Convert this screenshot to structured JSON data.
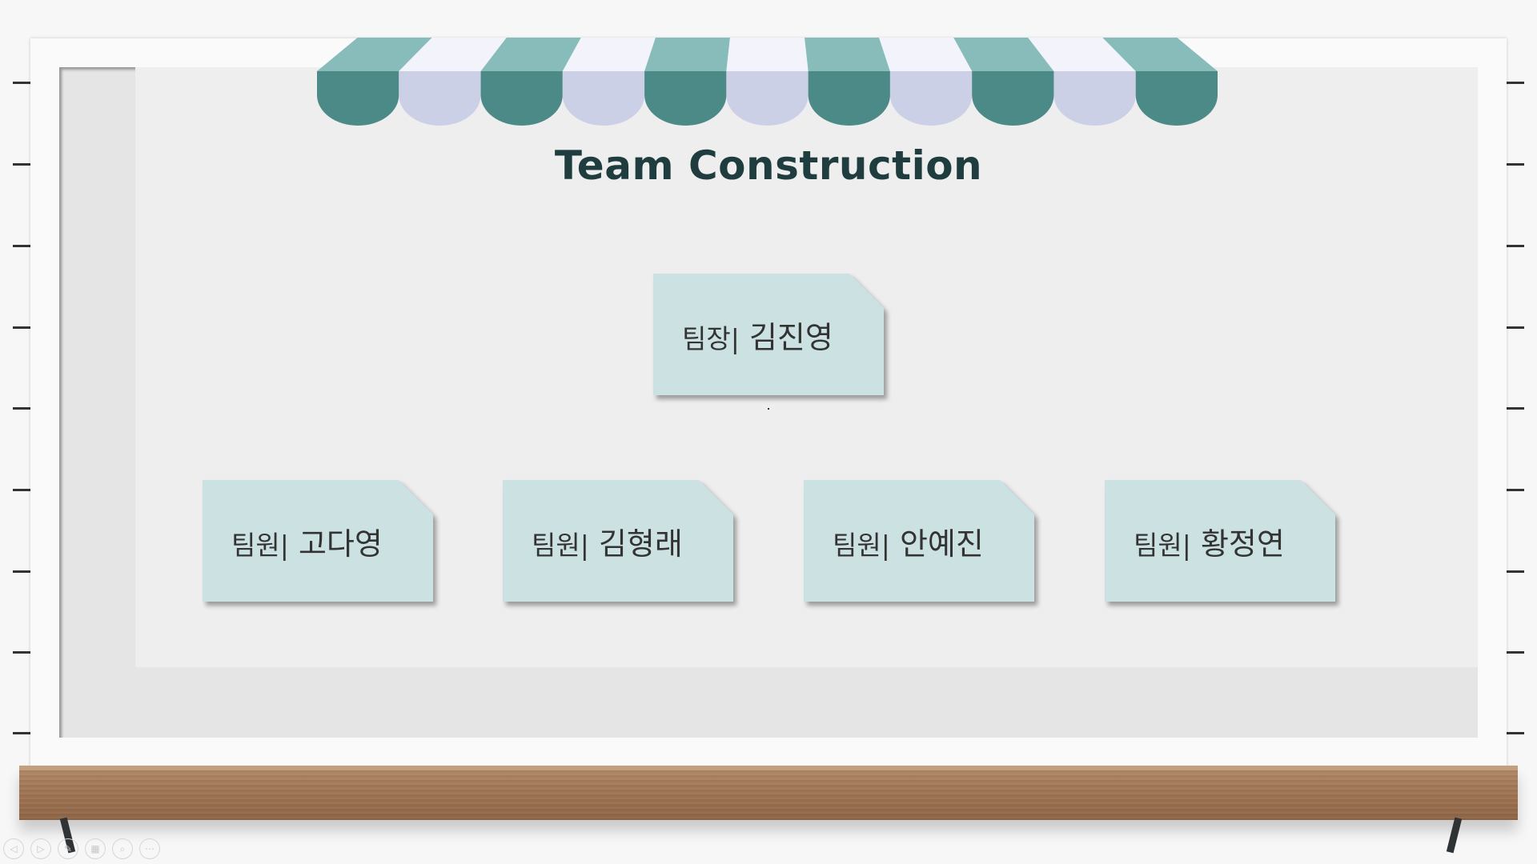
{
  "slide": {
    "title": "Team Construction",
    "leader": {
      "role": "팀장",
      "separator": "|",
      "name": "김진영"
    },
    "members": [
      {
        "role": "팀원",
        "separator": "|",
        "name": "고다영"
      },
      {
        "role": "팀원",
        "separator": "|",
        "name": "김형래"
      },
      {
        "role": "팀원",
        "separator": "|",
        "name": "안예진"
      },
      {
        "role": "팀원",
        "separator": "|",
        "name": "황정연"
      }
    ]
  },
  "colors": {
    "awning_teal": "#4b8a86",
    "awning_teal_light": "#88bcbb",
    "awning_lavender": "#ccd0e6",
    "awning_white": "#f3f4fb",
    "card": "#cce1e1",
    "title": "#1f3d3f",
    "shelf_wood": "#a27a59"
  },
  "toolbar": {
    "prev_icon": "◁",
    "next_icon": "▷",
    "pen_icon": "✎",
    "slides_icon": "▦",
    "zoom_icon": "⌕",
    "more_icon": "⋯"
  }
}
